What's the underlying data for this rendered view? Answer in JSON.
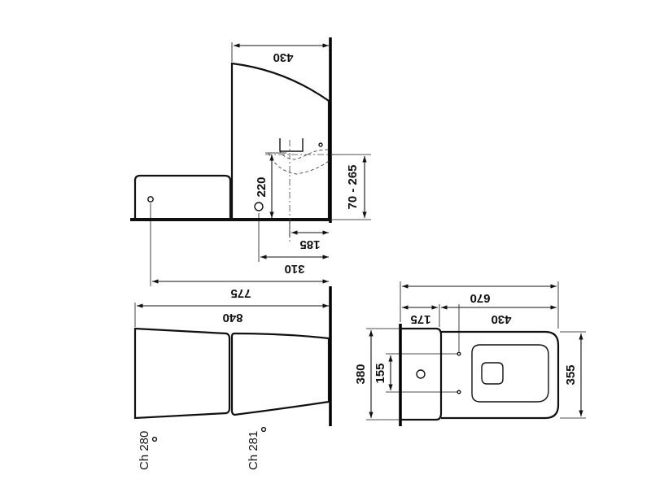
{
  "dimensions": {
    "side_top_width": "430",
    "drain_height": "220",
    "connection_height": "70 - 265",
    "wall_offset_small": "185",
    "wall_offset_medium": "310",
    "overall_depth_short": "775",
    "overall_depth_long": "840",
    "top_overall_depth": "670",
    "top_tank_depth": "175",
    "top_bowl_depth": "430",
    "top_total_width": "380",
    "top_inner_spacing": "155",
    "top_bowl_width": "355"
  },
  "codes": {
    "tank_code": "Ch 280",
    "bowl_code": "Ch 281"
  }
}
